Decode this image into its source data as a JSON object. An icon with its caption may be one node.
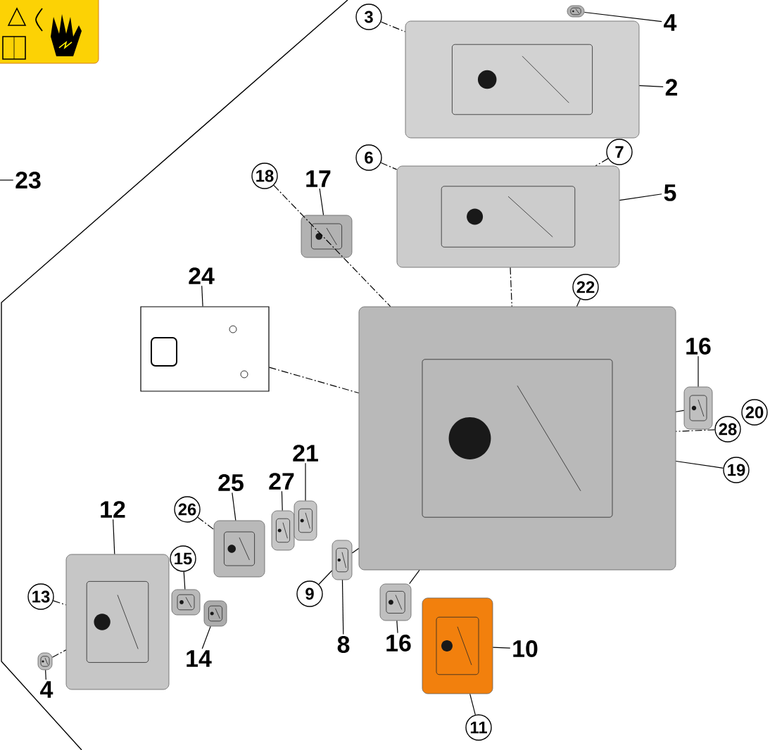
{
  "diagram": {
    "nodes": [
      {
        "text": [
          "3"
        ]
      },
      {
        "text": [
          "4"
        ]
      },
      {
        "text": [
          "2"
        ]
      },
      {
        "text": [
          "6"
        ]
      },
      {
        "text": [
          "7"
        ]
      },
      {
        "text": [
          "5"
        ]
      },
      {
        "text": [
          "23"
        ]
      },
      {
        "text": [
          "18"
        ]
      },
      {
        "text": [
          "17"
        ]
      },
      {
        "text": [
          "24"
        ]
      },
      {
        "text": [
          "22"
        ]
      },
      {
        "text": [
          "16"
        ]
      },
      {
        "text": [
          "20"
        ]
      },
      {
        "text": [
          "28"
        ]
      },
      {
        "text": [
          "19"
        ]
      },
      {
        "text": [
          "21"
        ]
      },
      {
        "text": [
          "25"
        ]
      },
      {
        "text": [
          "27"
        ]
      },
      {
        "text": [
          "12"
        ]
      },
      {
        "text": [
          "26"
        ]
      },
      {
        "text": [
          "15"
        ]
      },
      {
        "text": [
          "9"
        ]
      },
      {
        "text": [
          "13"
        ]
      },
      {
        "text": [
          "14"
        ]
      },
      {
        "text": [
          "8"
        ]
      },
      {
        "text": [
          "16"
        ]
      },
      {
        "text": [
          "10"
        ]
      },
      {
        "text": [
          "4"
        ]
      },
      {
        "text": [
          "11"
        ]
      },
      {
        "text": [],
        "shape": "picture"
      },
      {
        "text": [],
        "shape": "picture"
      },
      {
        "text": [],
        "shape": "picture"
      },
      {
        "text": [],
        "shape": "picture"
      },
      {
        "text": [],
        "shape": "box"
      },
      {
        "text": [],
        "shape": "picture"
      },
      {
        "text": [],
        "shape": "picture"
      },
      {
        "text": [],
        "shape": "picture"
      },
      {
        "text": [],
        "shape": "picture"
      },
      {
        "text": [],
        "shape": "picture"
      },
      {
        "text": [],
        "shape": "picture"
      },
      {
        "text": [],
        "shape": "picture"
      },
      {
        "text": [],
        "shape": "picture"
      },
      {
        "text": [],
        "shape": "picture"
      },
      {
        "text": [],
        "shape": "picture"
      },
      {
        "text": [],
        "shape": "picture"
      },
      {
        "text": [],
        "shape": "picture"
      }
    ],
    "edges": [
      {
        "from": 0,
        "to": 29,
        "arrow": "none",
        "style": "dashed"
      },
      {
        "from": 1,
        "to": 30,
        "arrow": "none"
      },
      {
        "from": 2,
        "to": 29,
        "arrow": "none"
      },
      {
        "from": 3,
        "to": 31,
        "arrow": "none",
        "style": "dashed"
      },
      {
        "from": 4,
        "to": 31,
        "arrow": "none",
        "style": "dashed"
      },
      {
        "from": 5,
        "to": 31,
        "arrow": "none"
      },
      {
        "from": 6,
        "to": null,
        "arrow": "none"
      },
      {
        "from": 7,
        "to": 34,
        "arrow": "none",
        "style": "dashed"
      },
      {
        "from": 8,
        "to": 32,
        "arrow": "none"
      },
      {
        "from": 9,
        "to": 33,
        "arrow": "none"
      },
      {
        "from": 10,
        "to": 34,
        "arrow": "none"
      },
      {
        "from": 11,
        "to": 35,
        "arrow": "none"
      },
      {
        "from": 13,
        "to": 34,
        "arrow": "none",
        "style": "dashed"
      },
      {
        "from": 14,
        "to": 34,
        "arrow": "none"
      },
      {
        "from": 15,
        "to": 40,
        "arrow": "none"
      },
      {
        "from": 16,
        "to": 38,
        "arrow": "none"
      },
      {
        "from": 17,
        "to": 39,
        "arrow": "none"
      },
      {
        "from": 18,
        "to": 36,
        "arrow": "none"
      },
      {
        "from": 19,
        "to": 38,
        "arrow": "none",
        "style": "dashed"
      },
      {
        "from": 20,
        "to": 41,
        "arrow": "none"
      },
      {
        "from": 21,
        "to": 43,
        "arrow": "none"
      },
      {
        "from": 22,
        "to": 36,
        "arrow": "none",
        "style": "dashed"
      },
      {
        "from": 23,
        "to": 42,
        "arrow": "none"
      },
      {
        "from": 24,
        "to": 43,
        "arrow": "none"
      },
      {
        "from": 25,
        "to": 44,
        "arrow": "none"
      },
      {
        "from": 26,
        "to": 45,
        "arrow": "none"
      },
      {
        "from": 27,
        "to": 37,
        "arrow": "none"
      },
      {
        "from": 28,
        "to": 45,
        "arrow": "none"
      },
      {
        "from": 33,
        "to": 34,
        "arrow": "none",
        "style": "dashed"
      },
      {
        "from": 31,
        "to": 34,
        "arrow": "none",
        "style": "dashed"
      },
      {
        "from": 37,
        "to": 36,
        "arrow": "none",
        "style": "dashed"
      },
      {
        "from": 35,
        "to": 34,
        "arrow": "none"
      },
      {
        "from": 44,
        "to": 34,
        "arrow": "none"
      },
      {
        "from": 43,
        "to": 34,
        "arrow": "none"
      }
    ]
  }
}
